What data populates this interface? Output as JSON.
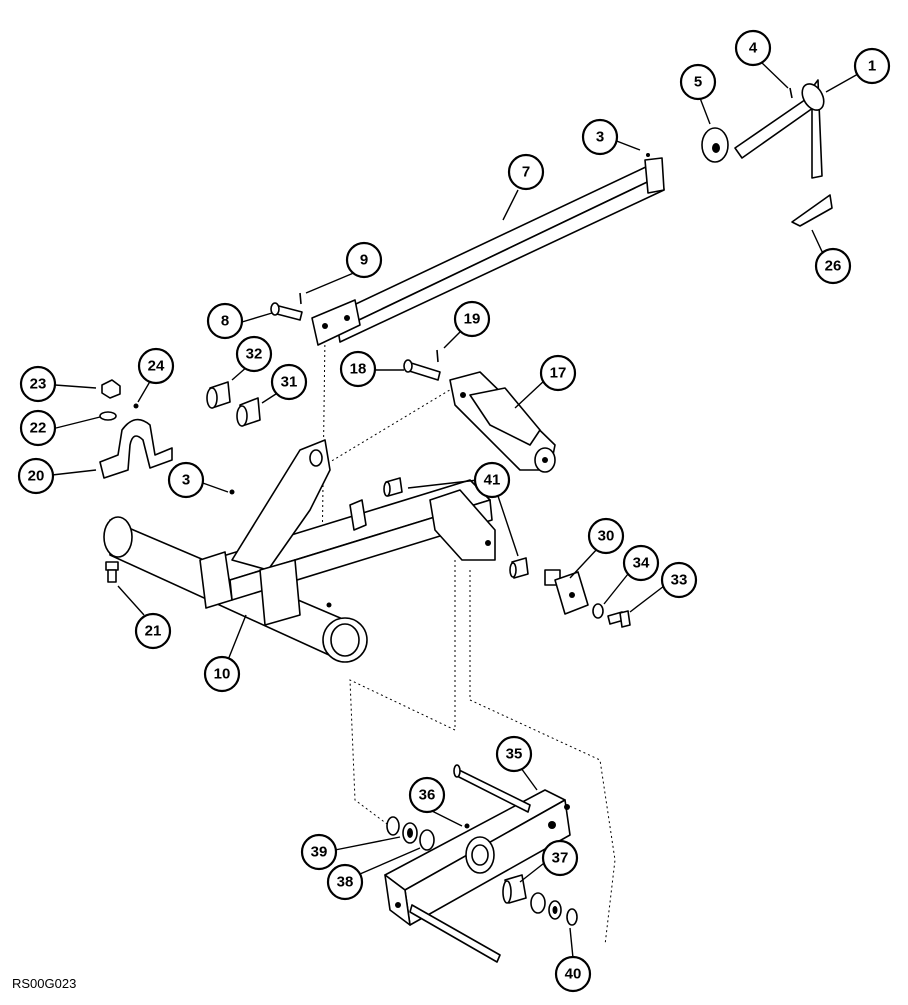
{
  "figure": {
    "drawing_reference": "RS00G023",
    "callouts": [
      {
        "key": "c1",
        "label": "1"
      },
      {
        "key": "c4",
        "label": "4"
      },
      {
        "key": "c5",
        "label": "5"
      },
      {
        "key": "c3a",
        "label": "3"
      },
      {
        "key": "c7",
        "label": "7"
      },
      {
        "key": "c26",
        "label": "26"
      },
      {
        "key": "c9",
        "label": "9"
      },
      {
        "key": "c8",
        "label": "8"
      },
      {
        "key": "c19",
        "label": "19"
      },
      {
        "key": "c32",
        "label": "32"
      },
      {
        "key": "c31",
        "label": "31"
      },
      {
        "key": "c18",
        "label": "18"
      },
      {
        "key": "c17",
        "label": "17"
      },
      {
        "key": "c23",
        "label": "23"
      },
      {
        "key": "c24",
        "label": "24"
      },
      {
        "key": "c22",
        "label": "22"
      },
      {
        "key": "c20",
        "label": "20"
      },
      {
        "key": "c3b",
        "label": "3"
      },
      {
        "key": "c41",
        "label": "41"
      },
      {
        "key": "c30",
        "label": "30"
      },
      {
        "key": "c34",
        "label": "34"
      },
      {
        "key": "c33",
        "label": "33"
      },
      {
        "key": "c21",
        "label": "21"
      },
      {
        "key": "c10",
        "label": "10"
      },
      {
        "key": "c35",
        "label": "35"
      },
      {
        "key": "c36",
        "label": "36"
      },
      {
        "key": "c39",
        "label": "39"
      },
      {
        "key": "c37",
        "label": "37"
      },
      {
        "key": "c38",
        "label": "38"
      },
      {
        "key": "c40",
        "label": "40"
      }
    ]
  }
}
